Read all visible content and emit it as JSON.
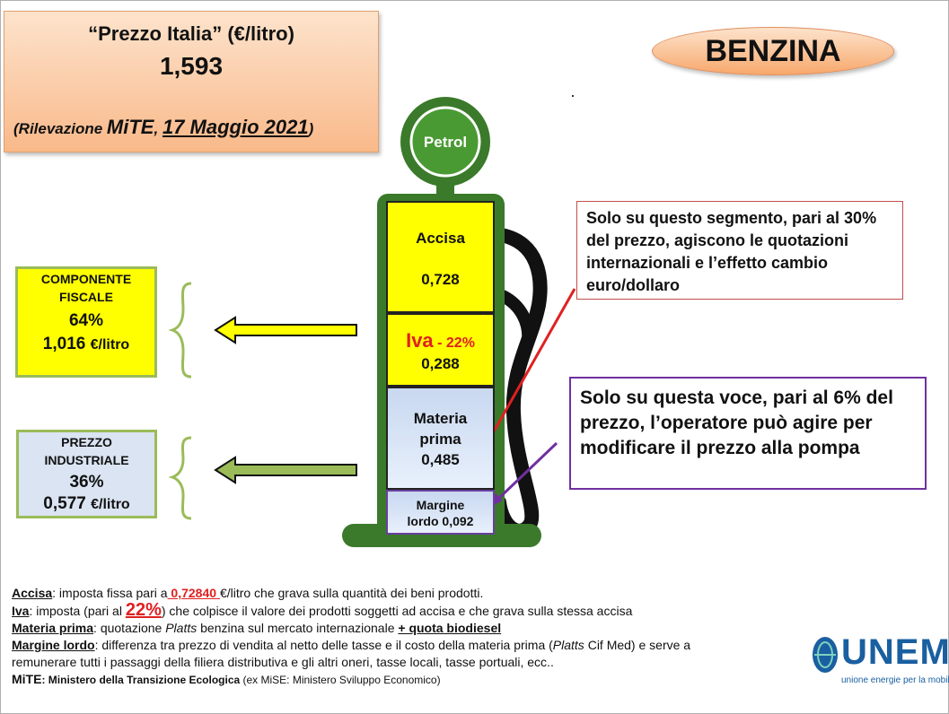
{
  "price_box": {
    "title": "“Prezzo Italia” (€/litro)",
    "value": "1,593",
    "source_prefix": "(Rilevazione ",
    "source_org": "MiTE",
    "source_sep": ", ",
    "source_date": "17 Maggio 2021",
    "source_suffix": ")"
  },
  "fuel_label": "BENZINA",
  "pump": {
    "badge": "Petrol",
    "segments": {
      "accisa_label": "Accisa",
      "accisa_value": "0,728",
      "iva_label": "Iva",
      "iva_rate": "- 22%",
      "iva_value": "0,288",
      "materia_label_1": "Materia",
      "materia_label_2": "prima",
      "materia_value": "0,485",
      "margine_label": "Margine",
      "margine_value": "lordo 0,092"
    }
  },
  "components": {
    "fiscale": {
      "title_1": "COMPONENTE",
      "title_2": "FISCALE",
      "share": "64%",
      "amount": "1,016",
      "unit": "€/litro"
    },
    "industriale": {
      "title_1": "PREZZO",
      "title_2": "INDUSTRIALE",
      "share": "36%",
      "amount": "0,577",
      "unit": "€/litro"
    }
  },
  "callouts": {
    "international": "Solo su questo segmento, pari al 30% del prezzo, agiscono le quotazioni internazionali e l’effetto cambio euro/dollaro",
    "operator": "Solo su questa voce, pari al 6% del prezzo, l’operatore può agire per modificare il prezzo alla pompa"
  },
  "notes": {
    "accisa_key": "Accisa",
    "accisa_text_1": ": imposta fissa pari a",
    "accisa_amount": " 0,72840 ",
    "accisa_text_2": "€/litro che grava sulla quantità dei beni prodotti.",
    "iva_key": "Iva",
    "iva_text_1": ": imposta (pari al ",
    "iva_rate": "22%",
    "iva_text_2": ") che colpisce il valore dei prodotti soggetti ad accisa e che grava sulla stessa accisa",
    "materia_key": "Materia prima",
    "materia_text_1": ": quotazione ",
    "materia_platts": "Platts",
    "materia_text_2": " benzina sul mercato internazionale ",
    "materia_bio": "+ quota biodiesel",
    "margine_key": "Margine lordo",
    "margine_text_1": ": differenza tra prezzo di vendita al netto delle tasse e il costo della materia prima (",
    "margine_platts": "Platts",
    "margine_text_2": " Cif Med) e serve a",
    "margine_text_3": "remunerare tutti i passaggi della filiera distributiva e gli altri oneri, tasse locali, tasse portuali, ecc..",
    "mite_key": "MiTE",
    "mite_text_1": ": Ministero della Transizione Ecologica",
    "mite_text_2": " (ex MiSE: Ministero Sviluppo Economico)"
  },
  "logo": {
    "word": "UNEM",
    "tagline": "unione energie per la mobilità"
  },
  "colors": {
    "pump_green": "#3a7a2a",
    "tax_yellow": "#ffff00",
    "industrial_blue": "#dae4f2",
    "accent_red": "#e02020",
    "purple": "#7030a0"
  }
}
